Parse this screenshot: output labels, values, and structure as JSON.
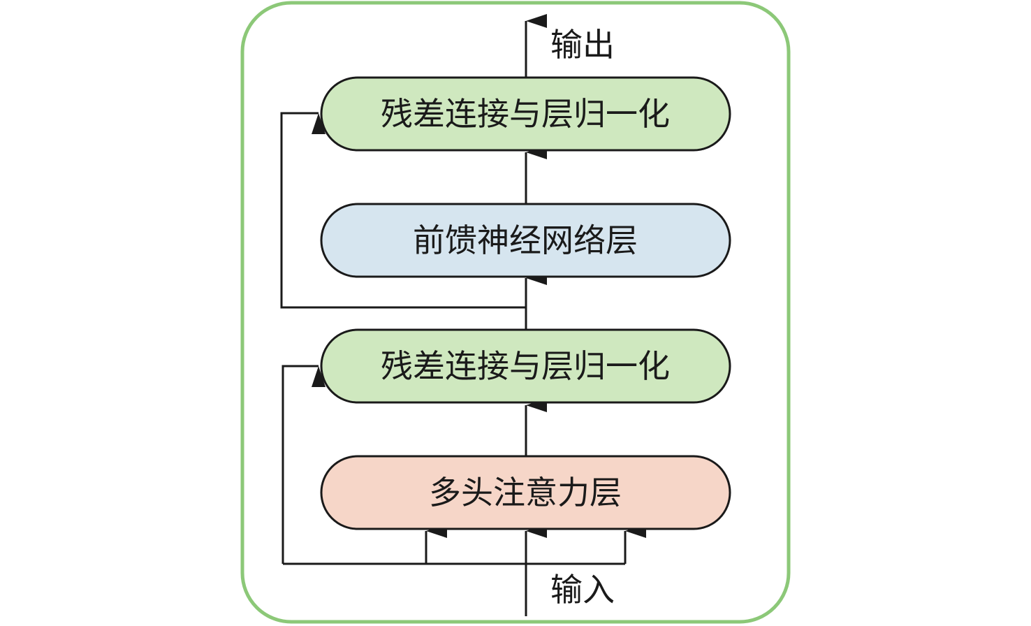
{
  "diagram": {
    "nodes": [
      {
        "id": "add_norm_2",
        "label": "残差连接与层归一化",
        "fill": "#cfe8bf"
      },
      {
        "id": "ffn",
        "label": "前馈神经网络层",
        "fill": "#d6e5ef"
      },
      {
        "id": "add_norm_1",
        "label": "残差连接与层归一化",
        "fill": "#cfe8bf"
      },
      {
        "id": "mha",
        "label": "多头注意力层",
        "fill": "#f6d6c8"
      }
    ],
    "output_label": "输出",
    "input_label": "输入",
    "colors": {
      "frame_border": "#8cc878",
      "stroke": "#1a1a1a"
    }
  }
}
